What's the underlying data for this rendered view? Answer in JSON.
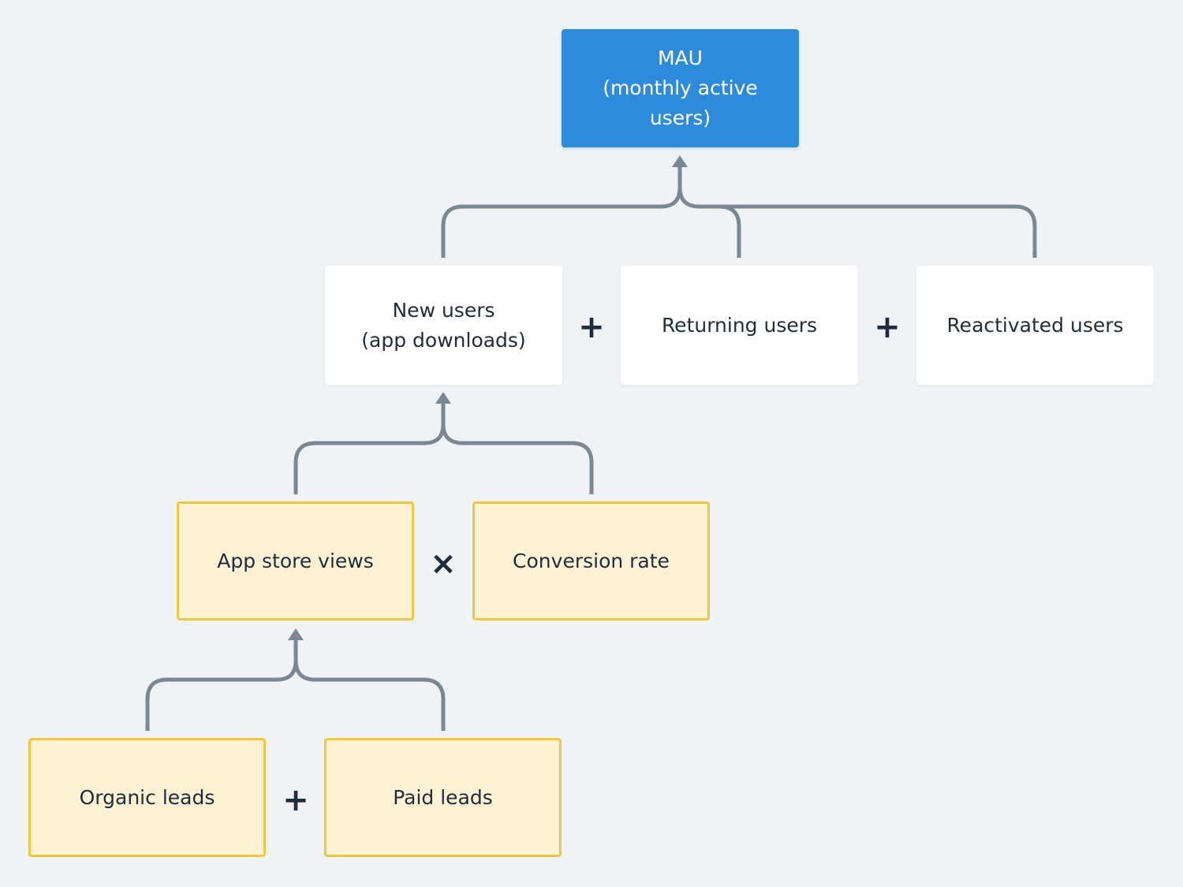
{
  "nodes": {
    "mau": "MAU\n(monthly active\nusers)",
    "new_users": "New users\n(app downloads)",
    "returning_users": "Returning users",
    "reactivated_users": "Reactivated users",
    "app_store_views": "App store views",
    "conversion_rate": "Conversion rate",
    "organic_leads": "Organic leads",
    "paid_leads": "Paid leads"
  },
  "operators": {
    "plus_new_returning": "+",
    "plus_returning_reactivated": "+",
    "times_views_conversion": "×",
    "plus_organic_paid": "+"
  },
  "colors": {
    "primary": "#2e8bdc",
    "secondary": "#ffffff",
    "input": "#fdf2d4",
    "input_border": "#f4c63d",
    "connector": "#7b8894",
    "background": "#f0f3f6"
  }
}
